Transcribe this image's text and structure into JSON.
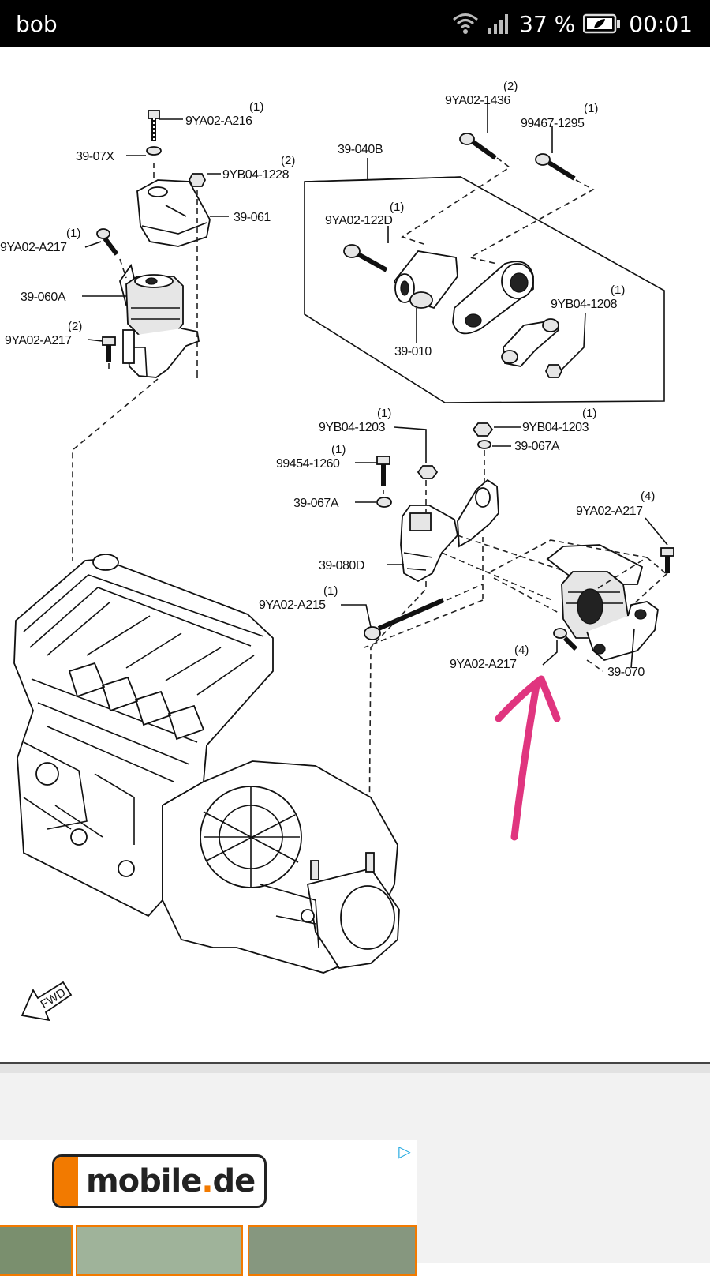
{
  "status_bar": {
    "carrier": "bob",
    "battery_percent_text": "37 %",
    "time": "00:01",
    "icons": [
      "wifi-icon",
      "signal-icon",
      "battery-icon"
    ]
  },
  "diagram": {
    "labels": {
      "a216": "9YA02-A216",
      "a216_qty": "(1)",
      "p07x": "39-07X",
      "b1228": "9YB04-1228",
      "b1228_qty": "(2)",
      "p061": "39-061",
      "a217_top": "9YA02-A217",
      "a217_top_qty": "(1)",
      "p060a": "39-060A",
      "a217_left": "9YA02-A217",
      "a217_left_qty": "(2)",
      "p040b": "39-040B",
      "a1436": "9YA02-1436",
      "a1436_qty": "(2)",
      "b99467": "99467-1295",
      "b99467_qty": "(1)",
      "a122d": "9YA02-122D",
      "a122d_qty": "(1)",
      "b1208": "9YB04-1208",
      "b1208_qty": "(1)",
      "p010": "39-010",
      "b1203_left": "9YB04-1203",
      "b1203_left_qty": "(1)",
      "b1203_right": "9YB04-1203",
      "b1203_right_qty": "(1)",
      "p067a_right": "39-067A",
      "b99454": "99454-1260",
      "b99454_qty": "(1)",
      "p067a_left": "39-067A",
      "a217_far": "9YA02-A217",
      "a217_far_qty": "(4)",
      "p080d": "39-080D",
      "a215": "9YA02-A215",
      "a215_qty": "(1)",
      "a217_low": "9YA02-A217",
      "a217_low_qty": "(4)",
      "p070": "39-070",
      "fwd": "FWD"
    },
    "annotation_color": "#e0357f"
  },
  "ad": {
    "brand_prefix": "mobile",
    "brand_dot": ".",
    "brand_suffix": "de",
    "accent": "#f27a00",
    "choices_icon": "ad-choices-icon"
  }
}
